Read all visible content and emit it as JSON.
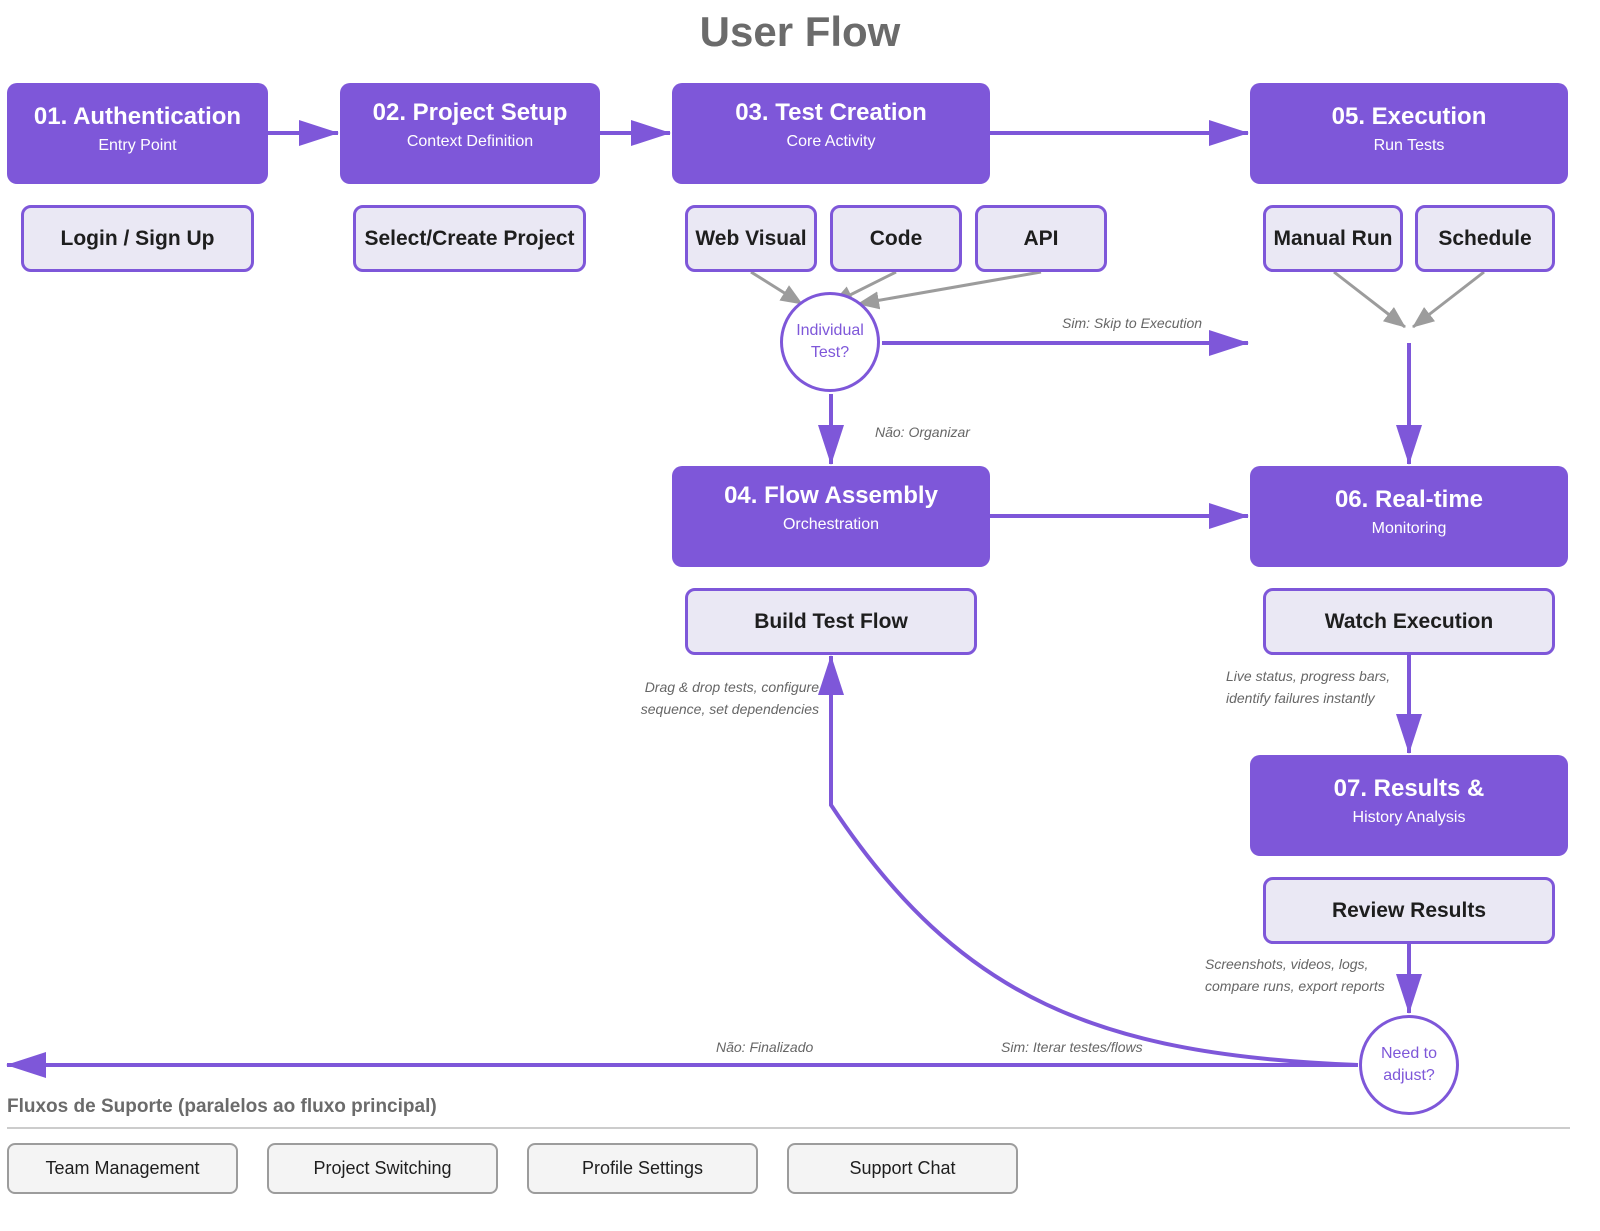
{
  "title": "User Flow",
  "stages": {
    "authentication": {
      "title": "01. Authentication",
      "subtitle": "Entry Point"
    },
    "project_setup": {
      "title": "02. Project Setup",
      "subtitle": "Context Definition"
    },
    "test_creation": {
      "title": "03. Test Creation",
      "subtitle": "Core Activity"
    },
    "flow_assembly": {
      "title": "04. Flow Assembly",
      "subtitle": "Orchestration"
    },
    "execution": {
      "title": "05. Execution",
      "subtitle": "Run Tests"
    },
    "realtime": {
      "title": "06. Real-time",
      "subtitle": "Monitoring"
    },
    "results": {
      "title": "07. Results &",
      "subtitle": "History Analysis"
    }
  },
  "steps": {
    "login": "Login / Sign Up",
    "select_project": "Select/Create Project",
    "web_visual": "Web Visual",
    "code": "Code",
    "api": "API",
    "manual_run": "Manual Run",
    "schedule": "Schedule",
    "build_flow": "Build Test Flow",
    "watch_execution": "Watch Execution",
    "review_results": "Review Results"
  },
  "decisions": {
    "individual_test": [
      "Individual",
      "Test?"
    ],
    "need_adjust": [
      "Need to",
      "adjust?"
    ]
  },
  "edge_labels": {
    "skip_execution": "Sim: Skip to Execution",
    "organize": "Não: Organizar",
    "finalized": "Não: Finalizado",
    "iterate": "Sim: Iterar testes/flows"
  },
  "notes": {
    "build_flow": [
      "Drag & drop tests, configure",
      "sequence, set dependencies"
    ],
    "watch": [
      "Live status, progress bars,",
      "identify failures instantly"
    ],
    "review": [
      "Screenshots, videos, logs,",
      "compare runs, export reports"
    ]
  },
  "support": {
    "title": "Fluxos de Suporte (paralelos ao fluxo principal)",
    "items": [
      "Team Management",
      "Project Switching",
      "Profile Settings",
      "Support Chat"
    ]
  },
  "colors": {
    "accent": "#7e57d9",
    "secondary_line": "#9c9c9c",
    "step_fill": "#eae8f4"
  }
}
